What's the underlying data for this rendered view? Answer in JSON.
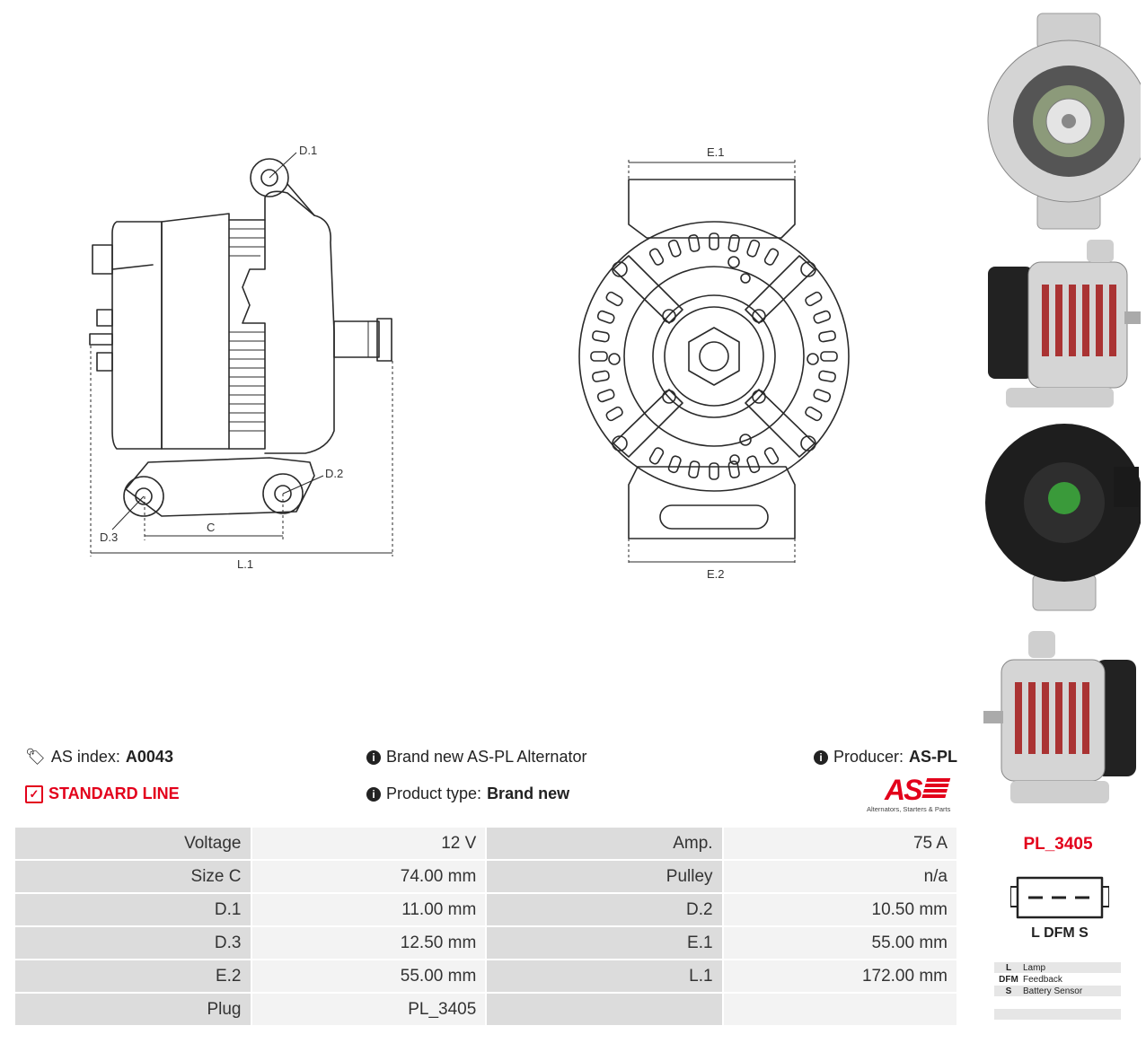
{
  "drawing_side": {
    "labels": {
      "d1": "D.1",
      "d2": "D.2",
      "d3": "D.3",
      "c": "C",
      "l1": "L.1"
    }
  },
  "drawing_front": {
    "labels": {
      "e1": "E.1",
      "e2": "E.2"
    }
  },
  "info": {
    "as_index_label": "AS index:",
    "as_index_value": "A0043",
    "standard_line": "STANDARD LINE",
    "brand_new_text": "Brand new AS-PL Alternator",
    "product_type_label": "Product type:",
    "product_type_value": "Brand new",
    "producer_label": "Producer:",
    "producer_value": "AS-PL",
    "logo_text": "AS",
    "logo_tagline": "Alternators, Starters & Parts"
  },
  "specs": [
    {
      "k1": "Voltage",
      "v1": "12 V",
      "k2": "Amp.",
      "v2": "75 A"
    },
    {
      "k1": "Size C",
      "v1": "74.00 mm",
      "k2": "Pulley",
      "v2": "n/a"
    },
    {
      "k1": "D.1",
      "v1": "11.00 mm",
      "k2": "D.2",
      "v2": "10.50 mm"
    },
    {
      "k1": "D.3",
      "v1": "12.50 mm",
      "k2": "E.1",
      "v2": "55.00 mm"
    },
    {
      "k1": "E.2",
      "v1": "55.00 mm",
      "k2": "L.1",
      "v2": "172.00 mm"
    },
    {
      "k1": "Plug",
      "v1": "PL_3405",
      "k2": "",
      "v2": ""
    }
  ],
  "plug": {
    "code": "PL_3405",
    "pins": "L DFM S",
    "legend": [
      {
        "code": "L",
        "desc": "Lamp"
      },
      {
        "code": "DFM",
        "desc": "Feedback"
      },
      {
        "code": "S",
        "desc": "Battery Sensor"
      }
    ]
  },
  "colors": {
    "accent": "#e3001b",
    "key_bg": "#dcdcdc",
    "value_bg": "#f3f3f3"
  }
}
